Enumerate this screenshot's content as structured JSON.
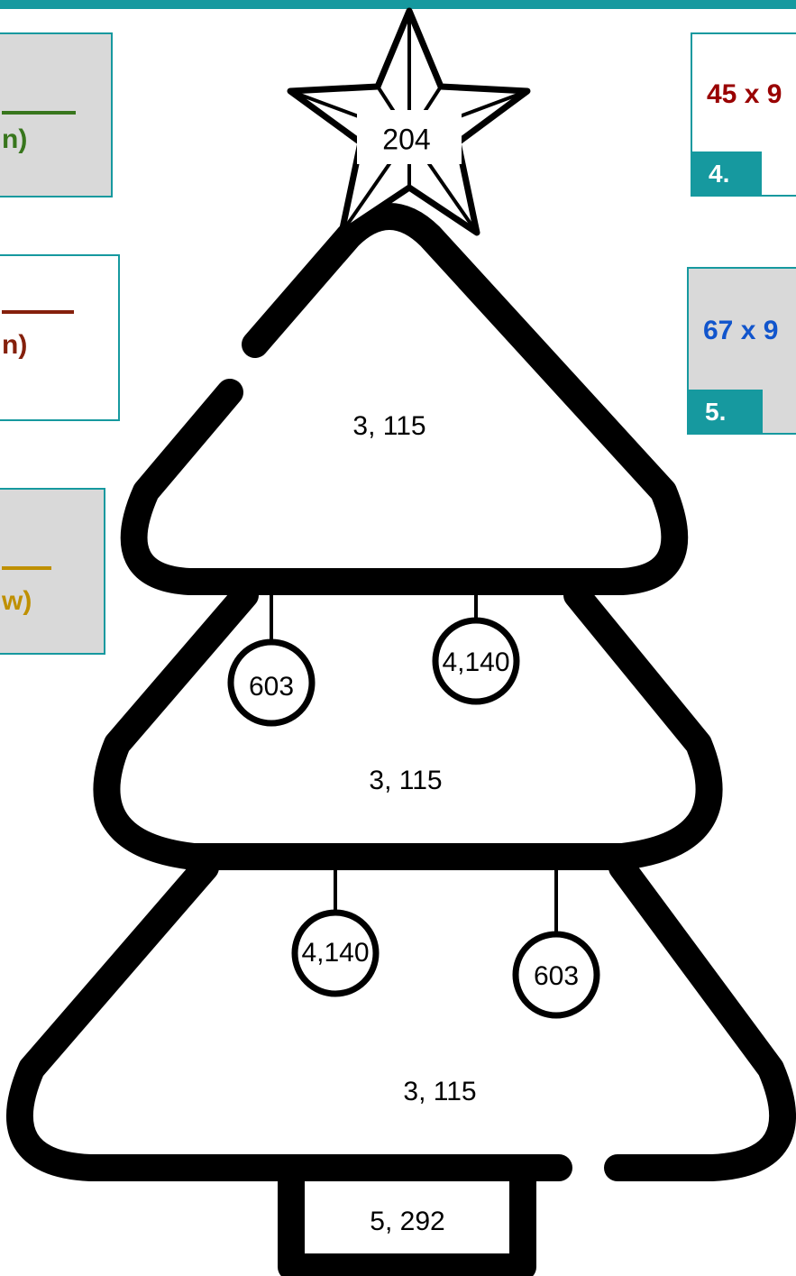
{
  "colors": {
    "accent": "#16999f",
    "card_grey": "#d9d9d9",
    "green": "#38761d",
    "dark_red": "#990000",
    "brown_red": "#85200c",
    "gold": "#bf9000",
    "blue": "#1155cc"
  },
  "left_cards": [
    {
      "text": "n)",
      "color": "#38761d",
      "bg": "grey"
    },
    {
      "text": "n)",
      "color": "#85200c",
      "bg": "white"
    },
    {
      "text": "w)",
      "color": "#bf9000",
      "bg": "grey"
    }
  ],
  "right_cards": [
    {
      "expression": "45 x 9",
      "color": "#990000",
      "number": "4.",
      "bg": "white"
    },
    {
      "expression": "67 x 9",
      "color": "#1155cc",
      "number": "5.",
      "bg": "grey"
    }
  ],
  "tree": {
    "star_value": "204",
    "tier_values": [
      "3, 115",
      "3, 115",
      "3, 115"
    ],
    "trunk_value": "5, 292",
    "ornaments": [
      "603",
      "4,140",
      "4,140",
      "603"
    ]
  }
}
